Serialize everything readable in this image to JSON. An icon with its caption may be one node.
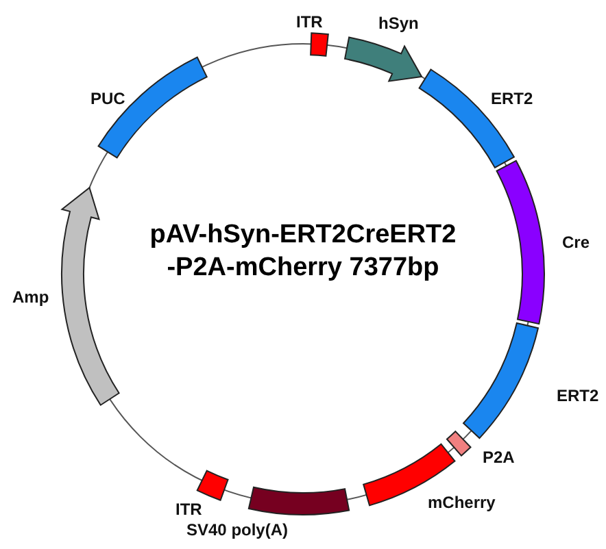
{
  "diagram": {
    "title": "pAV-hSyn-ERT2CreERT2 -P2A-mCherry 7377bp",
    "nodes": [
      {
        "text": [
          "ITR"
        ]
      },
      {
        "text": [
          "hSyn"
        ]
      },
      {
        "text": [
          "ERT2"
        ]
      },
      {
        "text": [
          "Cre"
        ]
      },
      {
        "text": [
          "ERT2"
        ]
      },
      {
        "text": [
          "P2A"
        ]
      },
      {
        "text": [
          "mCherry"
        ]
      },
      {
        "text": [
          "SV40 poly(A)"
        ]
      },
      {
        "text": [
          "ITR"
        ]
      },
      {
        "text": [
          "Amp"
        ]
      },
      {
        "text": [
          "PUC"
        ]
      }
    ]
  }
}
